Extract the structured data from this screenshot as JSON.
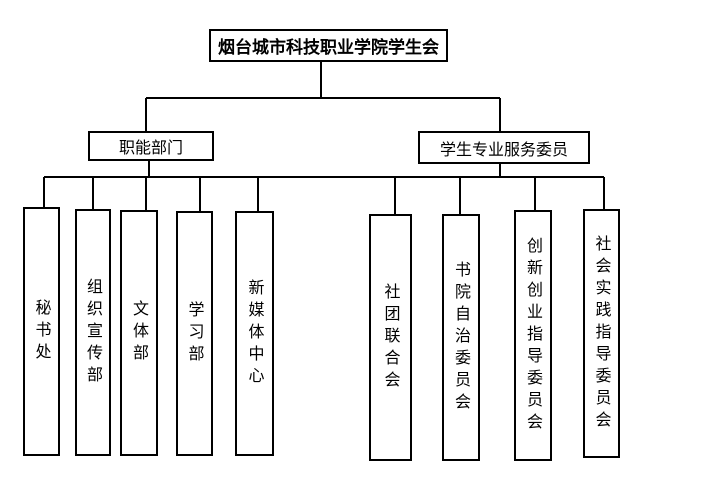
{
  "root": {
    "label": "烟台城市科技职业学院学生会"
  },
  "branches": [
    {
      "label": "职能部门",
      "children": [
        "秘书处",
        "组织宣传部",
        "文体部",
        "学习部",
        "新媒体中心"
      ]
    },
    {
      "label": "学生专业服务委员",
      "children": [
        "社团联合会",
        "书院自治委员会",
        "创新创业指导委员会",
        "社会实践指导委员会"
      ]
    }
  ]
}
